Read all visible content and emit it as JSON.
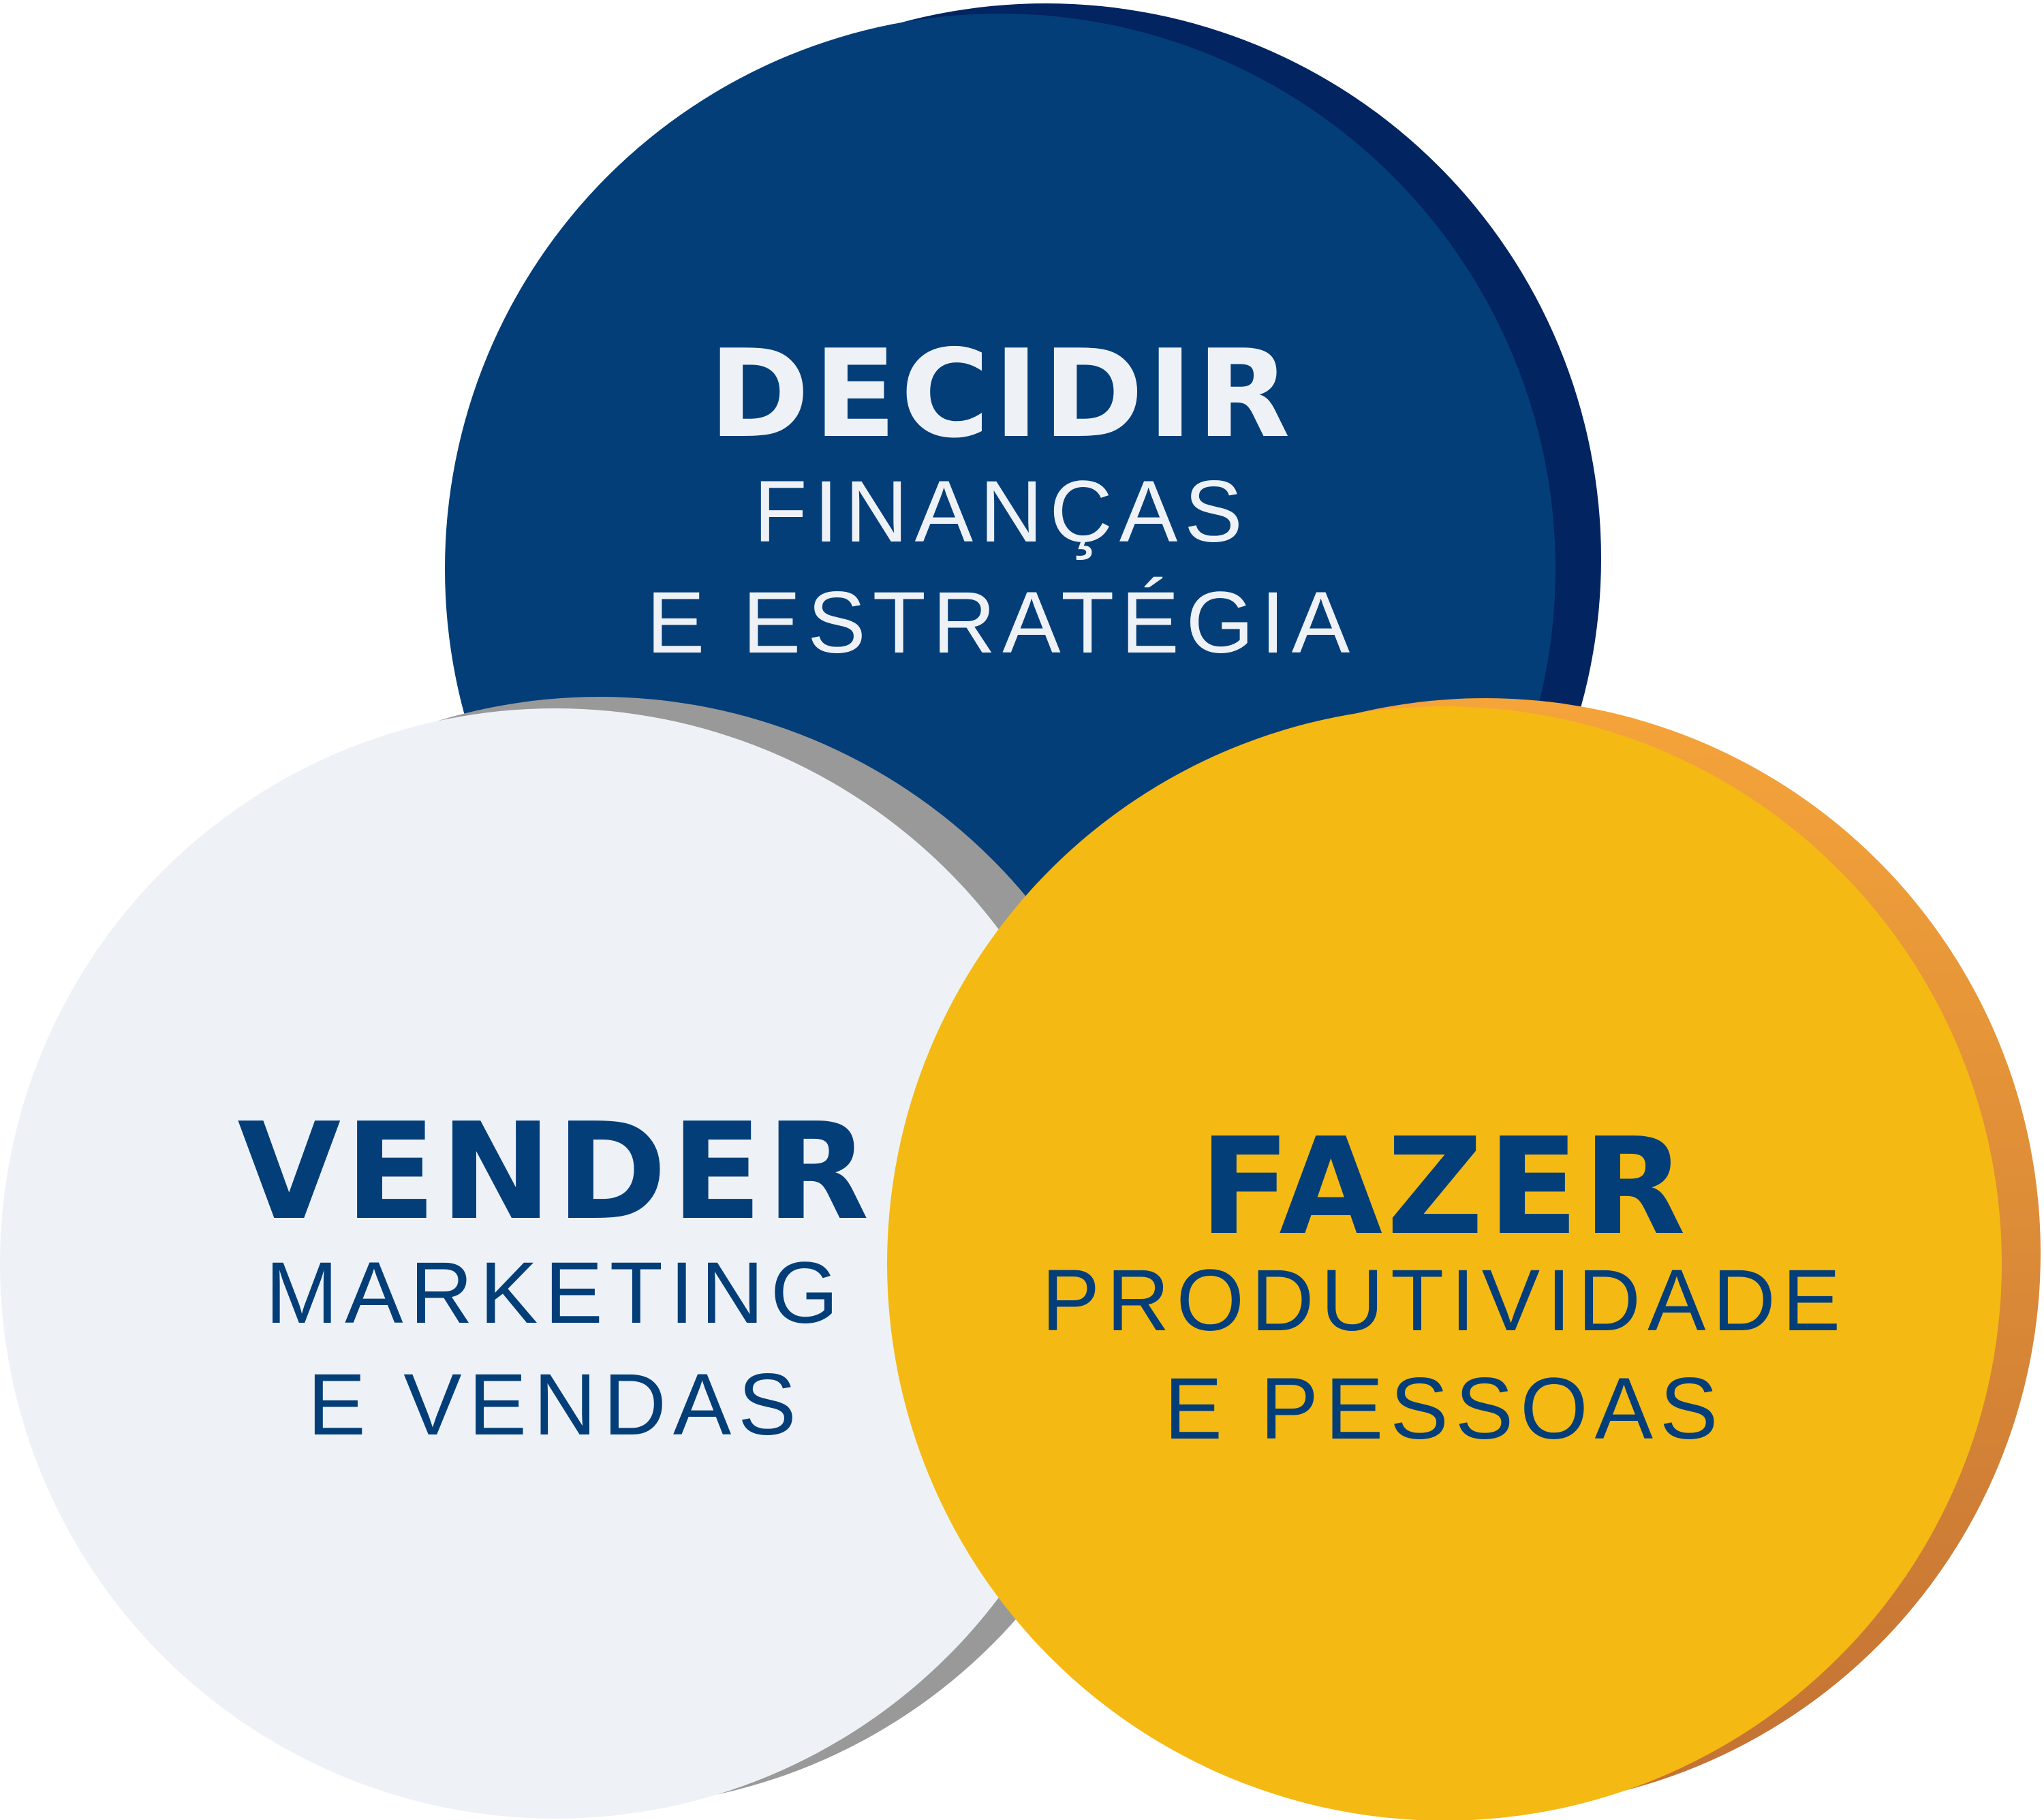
{
  "colors": {
    "navy": "#043E78",
    "navy_shadow": "#022460",
    "light": "#EEF2F7",
    "light_shadow": "#999999",
    "yellow": "#F5B914",
    "orange_top": "#F5A43A",
    "orange_bottom": "#C27134"
  },
  "circles": {
    "decidir": {
      "title": "DECIDIR",
      "line1": "FINANÇAS",
      "line2": "E ESTRATÉGIA"
    },
    "vender": {
      "title": "VENDER",
      "line1": "MARKETING",
      "line2": "E VENDAS"
    },
    "fazer": {
      "title": "FAZER",
      "line1": "PRODUTIVIDADE",
      "line2": "E PESSOAS"
    }
  }
}
